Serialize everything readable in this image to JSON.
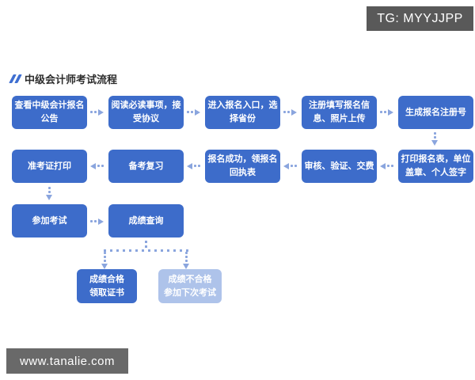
{
  "top_badge": {
    "label": "TG: MYYJJPP",
    "bg_color": "#595959"
  },
  "bottom_badge": {
    "label": "www.tanalie.com",
    "bg_color": "#696969"
  },
  "title": {
    "label": "中级会计师考试流程",
    "icon": "double-slash-icon",
    "accent_color": "#3f6fd1"
  },
  "colors": {
    "step_box": "#3d6cca",
    "outcome_light_box": "#aec3ea",
    "arrow": "#8aa5de",
    "text_on_box": "#ffffff"
  },
  "flowchart": {
    "row1": [
      {
        "label": "查看中级会计报名\n公告"
      },
      {
        "label": "阅读必读事项，接\n受协议"
      },
      {
        "label": "进入报名入口，选\n择省份"
      },
      {
        "label": "注册填写报名信\n息、照片上传"
      },
      {
        "label": "生成报名注册号"
      }
    ],
    "row2": [
      {
        "label": "准考证打印"
      },
      {
        "label": "备考复习"
      },
      {
        "label": "报名成功，领报名\n回执表"
      },
      {
        "label": "审核、验证、交费"
      },
      {
        "label": "打印报名表，单位\n盖章、个人签字"
      }
    ],
    "row3": [
      {
        "label": "参加考试"
      },
      {
        "label": "成绩查询"
      }
    ],
    "outcomes": [
      {
        "label": "成绩合格\n领取证书",
        "variant": "solid"
      },
      {
        "label": "成绩不合格\n参加下次考试",
        "variant": "light"
      }
    ]
  }
}
